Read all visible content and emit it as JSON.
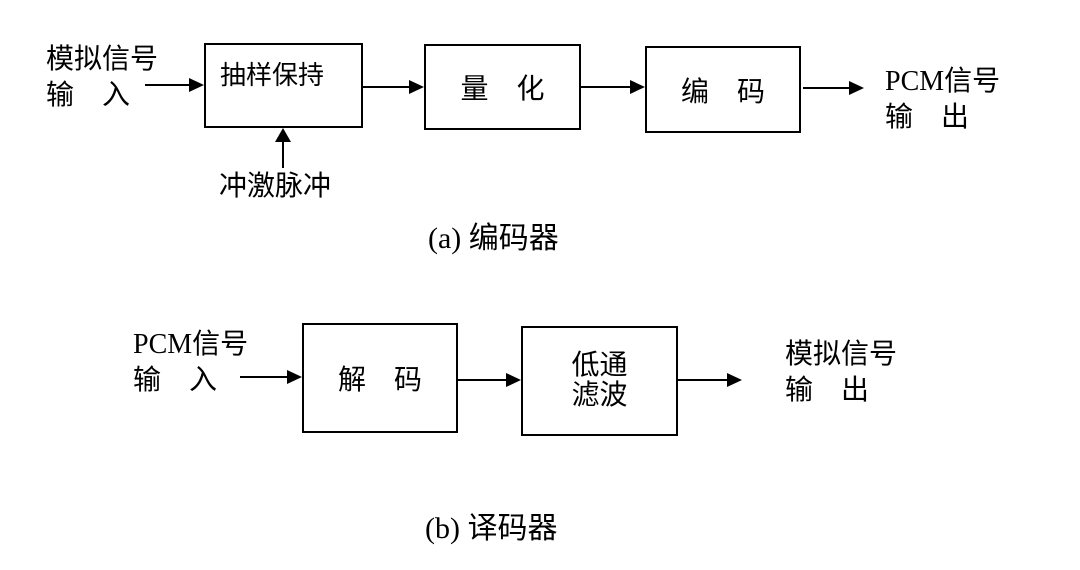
{
  "page": {
    "background_color": "#ffffff",
    "line_color": "#000000",
    "text_color": "#000000"
  },
  "encoder": {
    "input_label": {
      "lines": [
        "模拟信号",
        "输　入"
      ]
    },
    "blocks": [
      {
        "lines": [
          "抽样保持"
        ]
      },
      {
        "lines": [
          "量　化"
        ]
      },
      {
        "lines": [
          "编　码"
        ]
      }
    ],
    "impulse_label": "冲激脉冲",
    "output_label": {
      "lines": [
        "PCM信号",
        "输　出"
      ]
    },
    "caption": "(a) 编码器"
  },
  "decoder": {
    "input_label": {
      "lines": [
        "PCM信号",
        "输　入"
      ]
    },
    "blocks": [
      {
        "lines": [
          "解　码"
        ]
      },
      {
        "lines": [
          "低通",
          "滤波"
        ]
      }
    ],
    "output_label": {
      "lines": [
        "模拟信号",
        "输　出"
      ]
    },
    "caption": "(b) 译码器"
  }
}
